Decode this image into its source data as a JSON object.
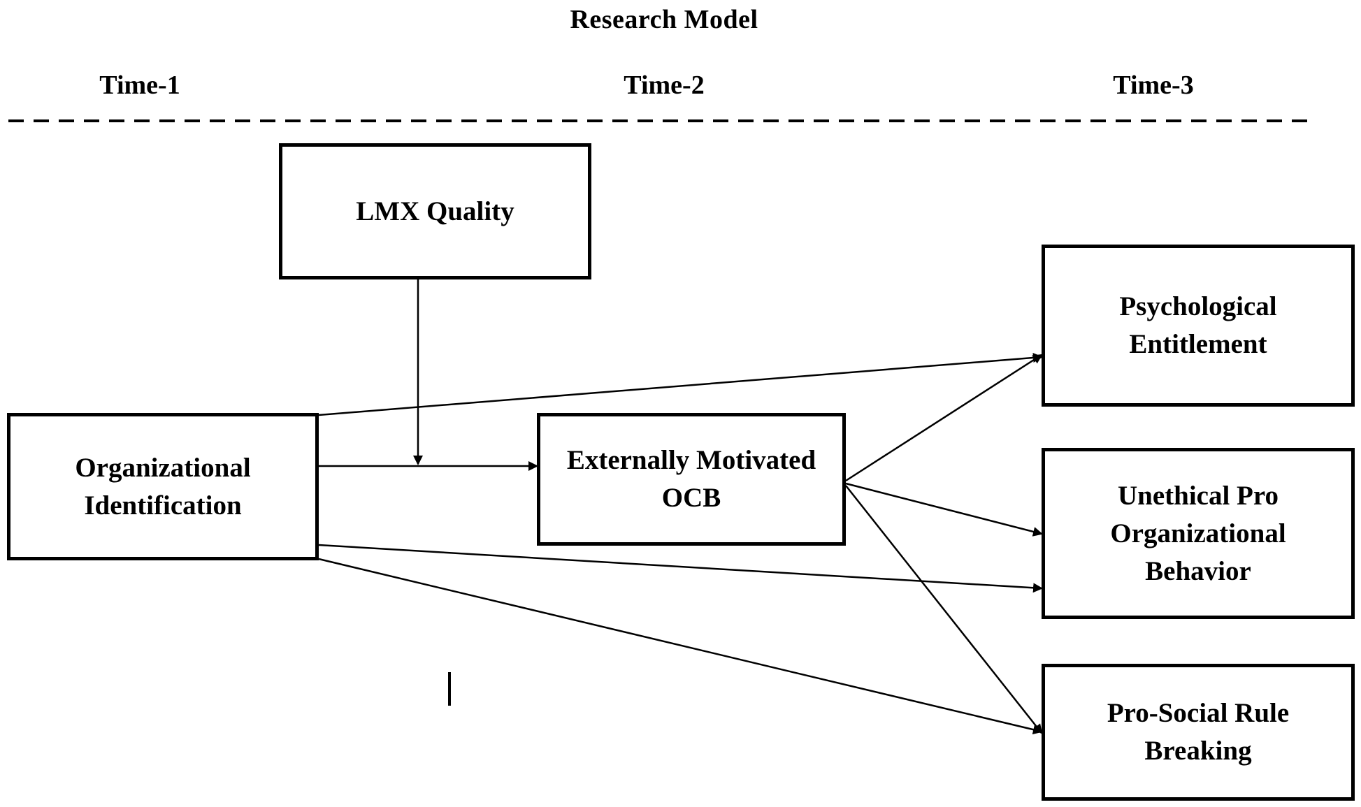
{
  "title": "Research Model",
  "time_labels": [
    "Time-1",
    "Time-2",
    "Time-3"
  ],
  "nodes": {
    "lmx": "LMX Quality",
    "org_id": "Organizational\nIdentification",
    "emocb": "Externally Motivated\nOCB",
    "entitlement": "Psychological\nEntitlement",
    "upb": "Unethical Pro\nOrganizational\nBehavior",
    "prb": "Pro-Social Rule\nBreaking"
  },
  "edges": [
    {
      "from": "org_id",
      "to": "emocb",
      "type": "direct"
    },
    {
      "from": "lmx",
      "to": "org_id-emocb path",
      "type": "moderation"
    },
    {
      "from": "org_id",
      "to": "entitlement",
      "type": "direct"
    },
    {
      "from": "org_id",
      "to": "upb",
      "type": "direct"
    },
    {
      "from": "org_id",
      "to": "prb",
      "type": "direct"
    },
    {
      "from": "emocb",
      "to": "entitlement",
      "type": "direct"
    },
    {
      "from": "emocb",
      "to": "upb",
      "type": "direct"
    },
    {
      "from": "emocb",
      "to": "prb",
      "type": "direct"
    }
  ]
}
